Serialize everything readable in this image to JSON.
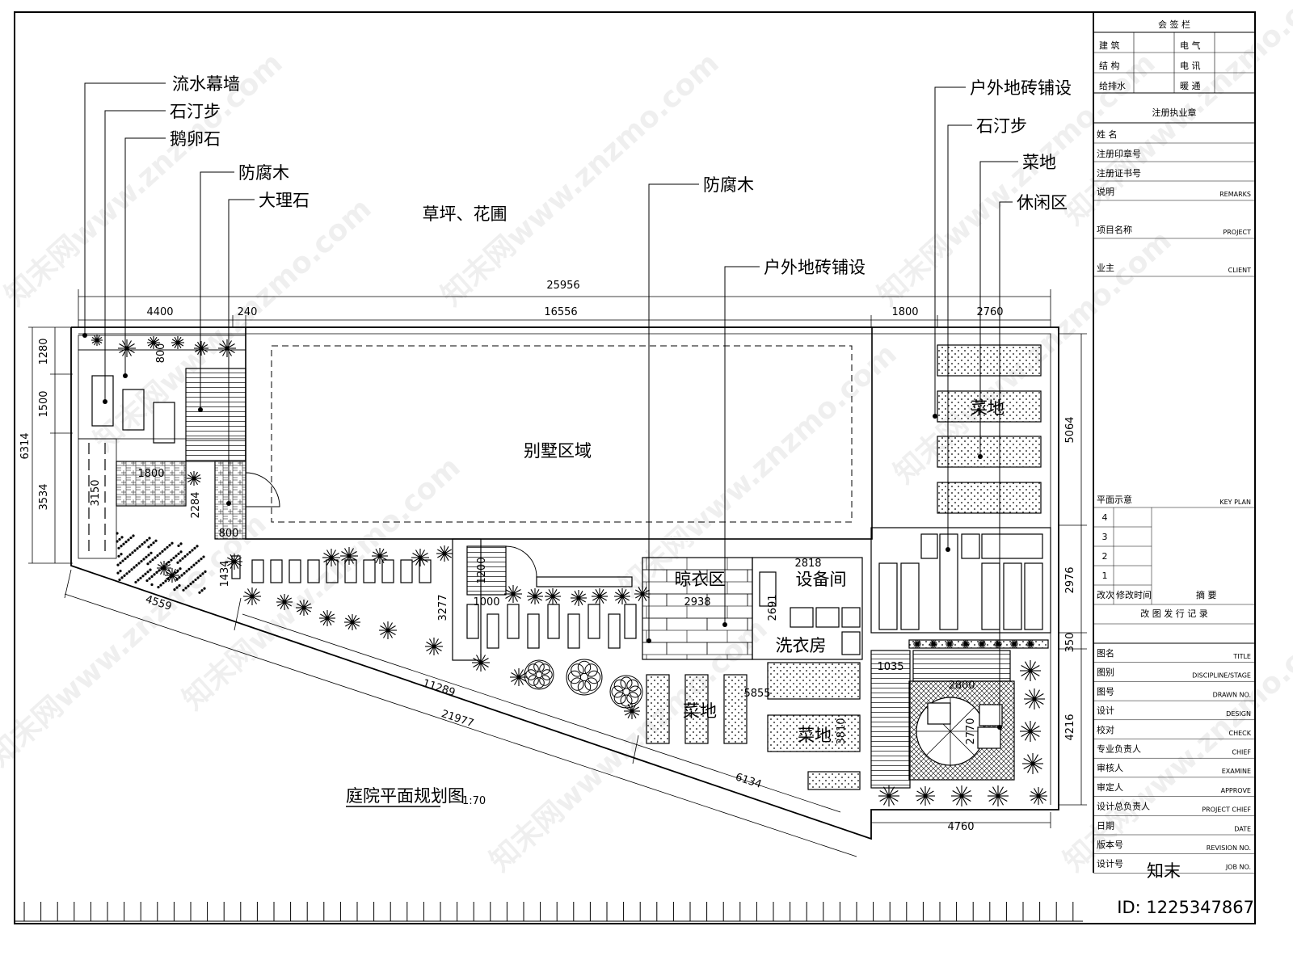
{
  "drawing": {
    "title": "庭院平面规划图",
    "scale": "1:70",
    "villa_label": "别墅区域",
    "lawn_label": "草坪、花圃"
  },
  "callouts_left": [
    "流水幕墙",
    "石汀步",
    "鹅卵石",
    "防腐木",
    "大理石"
  ],
  "callouts_mid": [
    "防腐木",
    "户外地砖铺设"
  ],
  "callouts_right": [
    "户外地砖铺设",
    "石汀步",
    "菜地",
    "休闲区"
  ],
  "rooms": {
    "drying": "晾衣区",
    "equipment": "设备间",
    "laundry": "洗衣房",
    "veg_right": "菜地",
    "veg_bottom1": "菜地",
    "veg_bottom2": "菜地"
  },
  "dimensions": {
    "total_width": "25956",
    "top_segments": [
      "4400",
      "240",
      "16556",
      "1800",
      "2760"
    ],
    "left_heights": [
      "1280",
      "1500",
      "6314",
      "3534"
    ],
    "right_heights": [
      "5064",
      "2976",
      "350",
      "4216"
    ],
    "bottom_right": "4760",
    "diagonal": [
      "4559",
      "11289",
      "21977",
      "6134"
    ],
    "inner": [
      "800",
      "1800",
      "3150",
      "2284",
      "800",
      "1434",
      "1200",
      "1000",
      "3277",
      "2818",
      "2938",
      "2691",
      "5855",
      "3810",
      "1035",
      "2800",
      "2770"
    ]
  },
  "title_block": {
    "countersign": "会 签 栏",
    "disciplines": [
      [
        "建 筑",
        "电 气"
      ],
      [
        "结 构",
        "电 讯"
      ],
      [
        "给排水",
        "暖 通"
      ]
    ],
    "stamp": "注册执业章",
    "stamp_fields": [
      "姓 名",
      "注册印章号",
      "注册证书号"
    ],
    "remarks": [
      "说明",
      "REMARKS"
    ],
    "project": [
      "项目名称",
      "PROJECT"
    ],
    "client": [
      "业主",
      "CLIENT"
    ],
    "keyplan": [
      "平面示意",
      "KEY PLAN"
    ],
    "revisions": [
      "4",
      "3",
      "2",
      "1"
    ],
    "rev_header": [
      "改次",
      "修改时间",
      "摘 要"
    ],
    "rev_record": "改 图 发 行 记 录",
    "rows": [
      [
        "图名",
        "TITLE"
      ],
      [
        "图别",
        "DISCIPLINE/STAGE"
      ],
      [
        "图号",
        "DRAWN NO."
      ],
      [
        "设计",
        "DESIGN"
      ],
      [
        "校对",
        "CHECK"
      ],
      [
        "专业负责人",
        "CHIEF"
      ],
      [
        "审核人",
        "EXAMINE"
      ],
      [
        "审定人",
        "APPROVE"
      ],
      [
        "设计总负责人",
        "PROJECT CHIEF"
      ],
      [
        "日期",
        "DATE"
      ],
      [
        "版本号",
        "REVISION NO."
      ],
      [
        "设计号",
        "JOB NO."
      ]
    ]
  },
  "watermark": {
    "site": "知末网www.znzmo.com",
    "logo": "知末",
    "id": "ID: 1225347867"
  }
}
